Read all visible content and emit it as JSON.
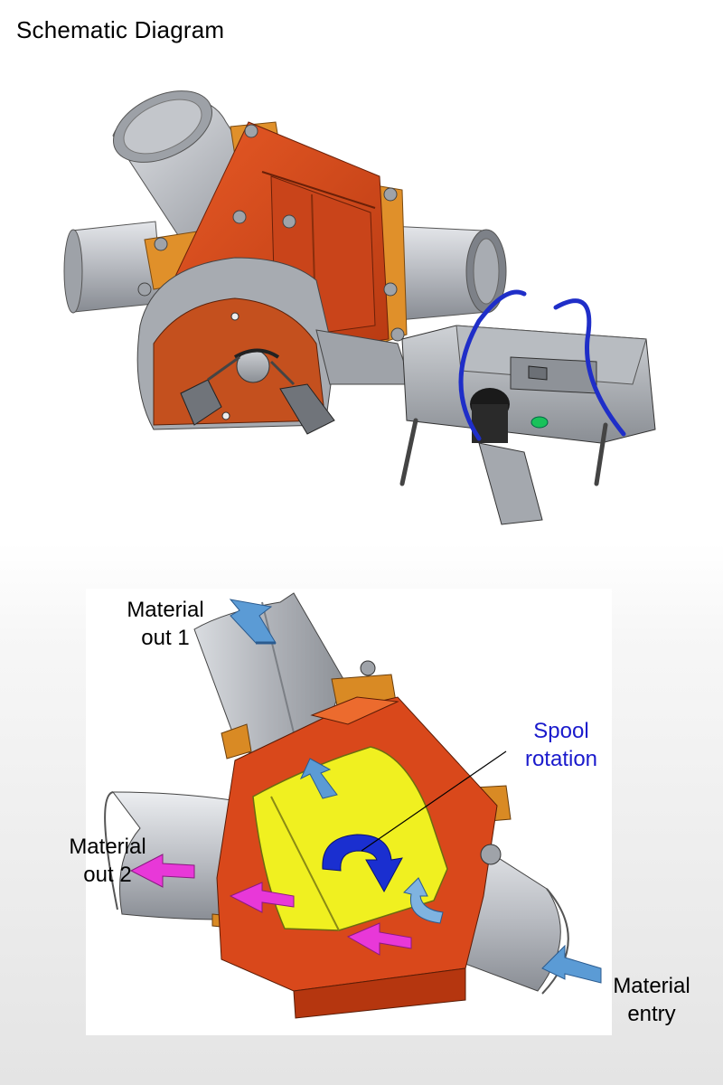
{
  "title": "Schematic Diagram",
  "labels": {
    "material_out_1": [
      "Material",
      "out 1"
    ],
    "material_out_2": [
      "Material",
      "out 2"
    ],
    "spool_rotation": [
      "Spool",
      "rotation"
    ],
    "material_entry": [
      "Material",
      "entry"
    ]
  },
  "colors": {
    "body_orange": "#d9481b",
    "flange_orange": "#e0902a",
    "pipe_grey": "#b9bcc2",
    "spool_yellow": "#f0f020",
    "air_hose_blue": "#1f2ec8",
    "arrow_blue": "#5b9bd5",
    "arrow_magenta": "#e838d8",
    "rotation_blue": "#1a2fd0"
  }
}
